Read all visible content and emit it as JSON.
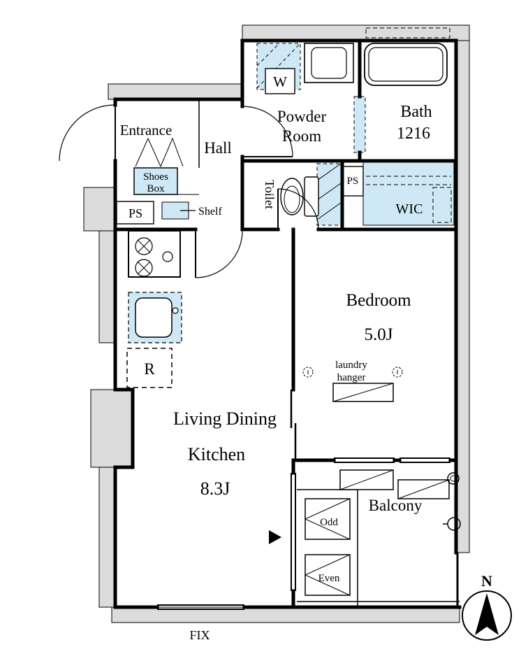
{
  "colors": {
    "water": "#cfe8f5",
    "exterior": "#dcdcdc",
    "wall": "#000000",
    "background": "#ffffff"
  },
  "rooms": {
    "entrance": {
      "label": "Entrance"
    },
    "hall": {
      "label": "Hall"
    },
    "powder_room": {
      "line1": "Powder",
      "line2": "Room"
    },
    "bath": {
      "label": "Bath",
      "size": "1216"
    },
    "toilet": {
      "label": "Toilet"
    },
    "wic": {
      "label": "WIC"
    },
    "bedroom": {
      "label": "Bedroom",
      "size": "5.0J"
    },
    "ldk": {
      "line1": "Living Dining",
      "line2": "Kitchen",
      "size": "8.3J"
    },
    "balcony": {
      "label": "Balcony"
    }
  },
  "fixtures": {
    "washer": {
      "label": "W"
    },
    "shoes_box": {
      "line1": "Shoes",
      "line2": "Box"
    },
    "shelf": {
      "label": "Shelf"
    },
    "refrigerator": {
      "label": "R"
    },
    "laundry_hanger": {
      "line1": "laundry",
      "line2": "hanger"
    },
    "ps_left": {
      "label": "PS"
    },
    "ps_right": {
      "label": "PS"
    },
    "stairs_odd": {
      "label": "Odd"
    },
    "stairs_even": {
      "label": "Even"
    },
    "fix_window": {
      "label": "FIX"
    }
  },
  "compass": {
    "label": "N"
  }
}
